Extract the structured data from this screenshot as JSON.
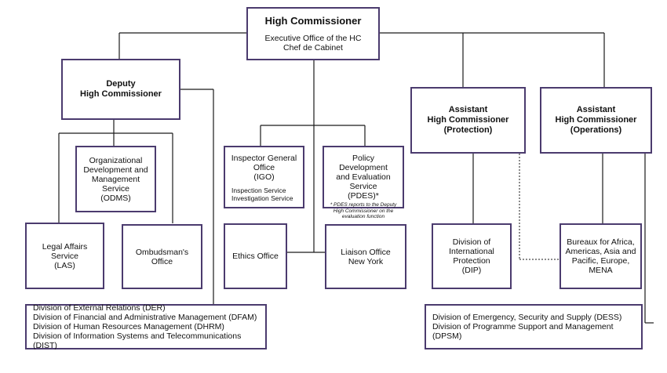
{
  "high_commissioner": {
    "title": "High Commissioner",
    "subtitle": "Executive Office of the HC\nChef de Cabinet"
  },
  "deputy": {
    "title": "Deputy\nHigh Commissioner"
  },
  "odms": {
    "label": "Organizational\nDevelopment and\nManagement Service\n(ODMS)"
  },
  "las": {
    "label": "Legal Affairs\nService\n(LAS)"
  },
  "ombudsman": {
    "label": "Ombudsman's\nOffice"
  },
  "igo": {
    "title": "Inspector General\nOffice\n(IGO)",
    "detail": "Inspection Service\nInvestigation Service"
  },
  "pdes": {
    "title": "Policy Development\nand Evaluation\nService\n(PDES)*",
    "note": "* PDES reports to the  Deputy\nHigh Commissioner on the\nevaluation function"
  },
  "ethics": {
    "label": "Ethics Office"
  },
  "liaison": {
    "label": "Liaison Office\nNew York"
  },
  "ahc_protection": {
    "title": "Assistant\nHigh Commissioner\n(Protection)"
  },
  "ahc_operations": {
    "title": "Assistant\nHigh Commissioner\n(Operations)"
  },
  "dip": {
    "label": "Division of\nInternational\nProtection\n(DIP)"
  },
  "bureaux": {
    "label": "Bureaux for Africa,\nAmericas, Asia and\nPacific, Europe,\nMENA"
  },
  "divisions_left": {
    "lines": [
      "Division of External Relations (DER)",
      "Division of Financial and Administrative Management (DFAM)",
      "Division of Human Resources Management (DHRM)",
      "Division  of Information Systems and Telecommunications (DIST)"
    ]
  },
  "divisions_right": {
    "lines": [
      "Division of Emergency, Security and Supply (DESS)",
      "Division of Programme Support and Management (DPSM)"
    ]
  },
  "colors": {
    "border": "#4b3b6e",
    "line": "#1a1a1a"
  }
}
